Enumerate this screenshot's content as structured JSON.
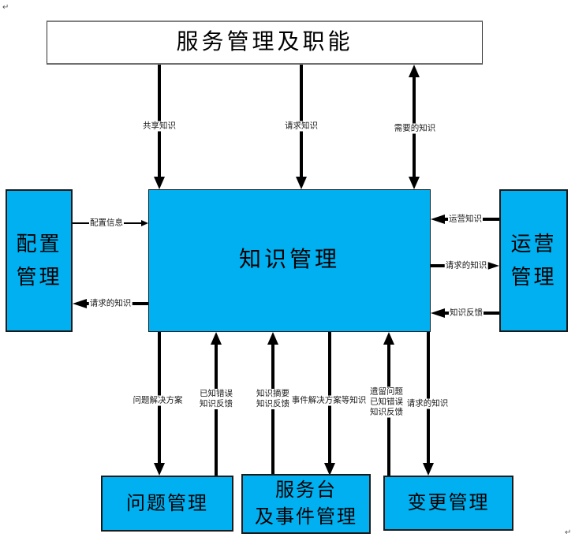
{
  "page": {
    "paragraph_mark_top": "↵",
    "paragraph_mark_bottom": "↵"
  },
  "colors": {
    "box_fill": "#00B0F0",
    "box_border": "#1a1a1a",
    "top_box_fill": "#ffffff",
    "arrow": "#000000"
  },
  "boxes": {
    "service_mgmt": {
      "label": "服务管理及职能"
    },
    "knowledge": {
      "label": "知识管理"
    },
    "config": {
      "line1": "配置",
      "line2": "管理"
    },
    "operations": {
      "line1": "运营",
      "line2": "管理"
    },
    "problem": {
      "label": "问题管理"
    },
    "service_desk": {
      "line1": "服务台",
      "line2": "及事件管理"
    },
    "change": {
      "label": "变更管理"
    }
  },
  "arrow_labels": {
    "share_knowledge": "共享知识",
    "request_knowledge": "请求知识",
    "needed_knowledge": "需要的知识",
    "config_info": "配置信息",
    "requested_knowledge_left": "请求的知识",
    "operations_knowledge": "运营知识",
    "requested_knowledge_right": "请求的知识",
    "knowledge_feedback_right": "知识反馈",
    "problem_solutions": "问题解决方案",
    "known_errors_1": "已知错误",
    "knowledge_feedback_1": "知识反馈",
    "knowledge_summary": "知识摘要",
    "knowledge_feedback_2": "知识反馈",
    "incident_solutions": "事件解决方案等知识",
    "leftover_problems": "遗留问题",
    "known_errors_2": "已知错误",
    "knowledge_feedback_3": "知识反馈",
    "requested_knowledge_bottom": "请求的知识"
  }
}
